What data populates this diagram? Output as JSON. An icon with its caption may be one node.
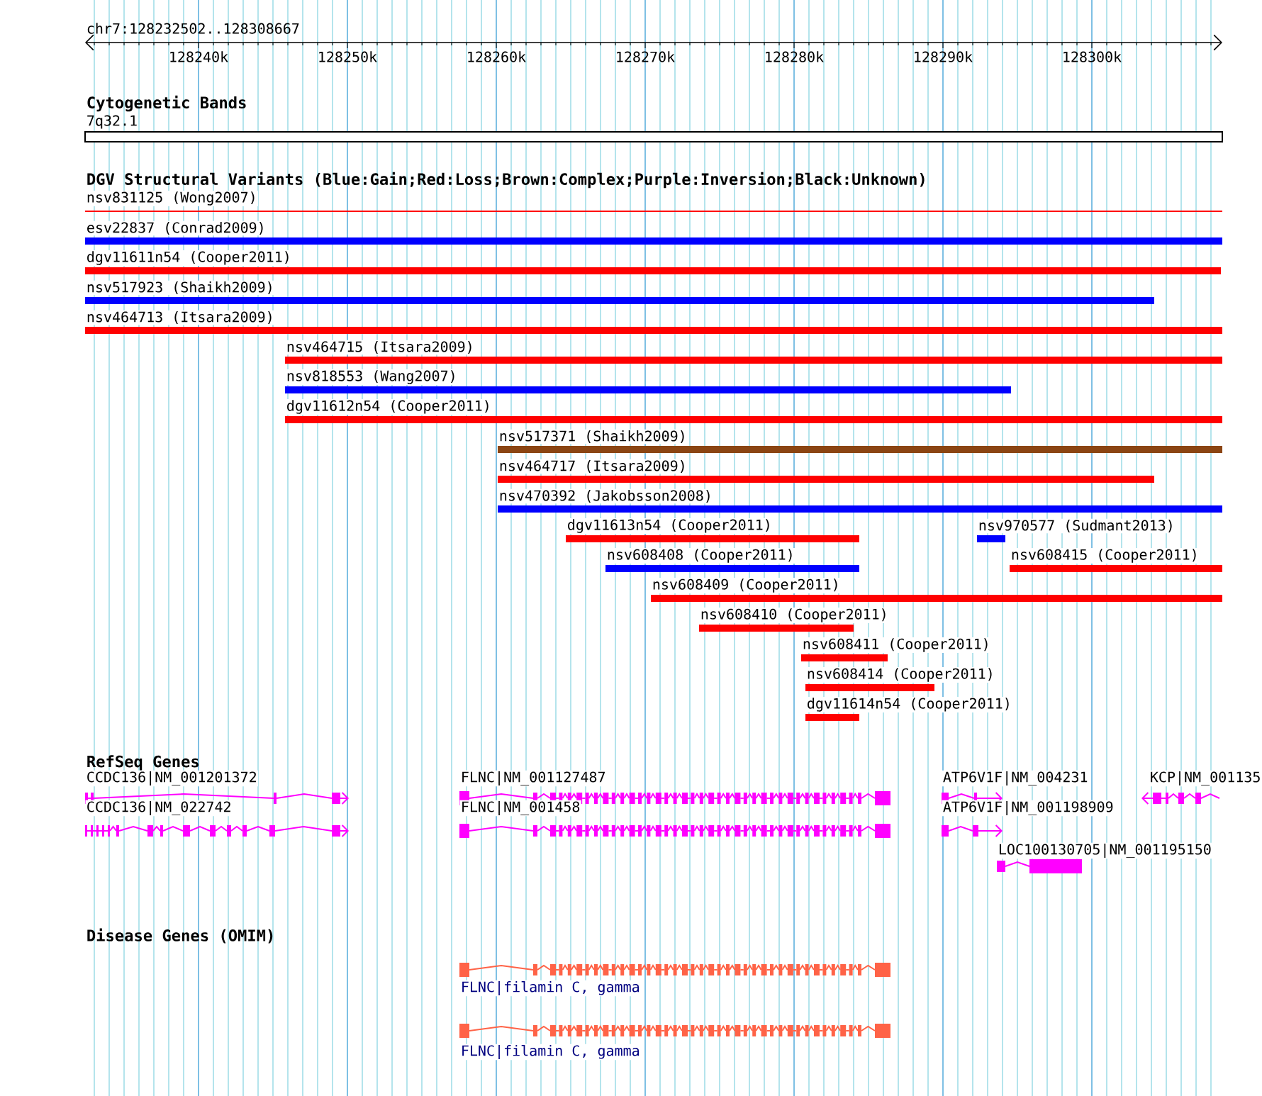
{
  "diagram": {
    "nodes": [
      {
        "text": [
          "nsv831125 (Wong2007)"
        ]
      },
      {
        "text": [
          "esv22837 (Conrad2009)"
        ]
      },
      {
        "text": [
          "dgv11611n54 (Cooper2011)"
        ]
      },
      {
        "text": [
          "nsv517923 (Shaikh2009)"
        ]
      },
      {
        "text": [
          "nsv464713 (Itsara2009)"
        ]
      },
      {
        "text": [
          "nsv464715 (Itsara2009)"
        ]
      },
      {
        "text": [
          "nsv818553 (Wang2007)"
        ]
      },
      {
        "text": [
          "dgv11612n54 (Cooper2011)"
        ]
      },
      {
        "text": [
          "nsv517371 (Shaikh2009)"
        ]
      },
      {
        "text": [
          "nsv464717 (Itsara2009)"
        ]
      },
      {
        "text": [
          "nsv470392 (Jakobsson2008)"
        ]
      },
      {
        "text": [
          "dgv11613n54 (Cooper2011)"
        ]
      },
      {
        "text": [
          "nsv970577 (Sudmant2013)"
        ]
      },
      {
        "text": [
          "nsv608408 (Cooper2011)"
        ]
      },
      {
        "text": [
          "nsv608415 (Cooper2011)"
        ]
      },
      {
        "text": [
          "nsv608409 (Cooper2011)"
        ]
      },
      {
        "text": [
          "nsv608410 (Cooper2011)"
        ]
      },
      {
        "text": [
          "nsv608411 (Cooper2011)"
        ]
      },
      {
        "text": [
          "nsv608414 (Cooper2011)"
        ]
      },
      {
        "text": [
          "dgv11614n54 (Cooper2011)"
        ]
      },
      {
        "text": [
          "CCDC136|NM_001201372"
        ]
      },
      {
        "text": [
          "FLNC|NM_001127487"
        ]
      },
      {
        "text": [
          "ATP6V1F|NM_004231"
        ]
      },
      {
        "text": [
          "KCP|NM_001135"
        ]
      },
      {
        "text": [
          "CCDC136|NM_022742"
        ]
      },
      {
        "text": [
          "FLNC|NM_001458"
        ]
      },
      {
        "text": [
          "ATP6V1F|NM_001198909"
        ]
      },
      {
        "text": [
          "LOC100130705|NM_001195150"
        ]
      },
      {
        "text": [
          "FLNC|filamin C, gamma"
        ]
      },
      {
        "text": [
          "FLNC|filamin C, gamma"
        ]
      }
    ],
    "labels": [
      "chr7:128232502..128308667",
      "128240k",
      "128250k",
      "128260k",
      "128270k",
      "128280k",
      "128290k",
      "128300k",
      "Cytogenetic Bands",
      "7q32.1",
      "DGV Structural Variants (Blue:Gain;Red:Loss;Brown:Complex;Purple:Inversion;Black:Unknown)",
      "RefSeq Genes",
      "Disease Genes (OMIM)"
    ]
  }
}
